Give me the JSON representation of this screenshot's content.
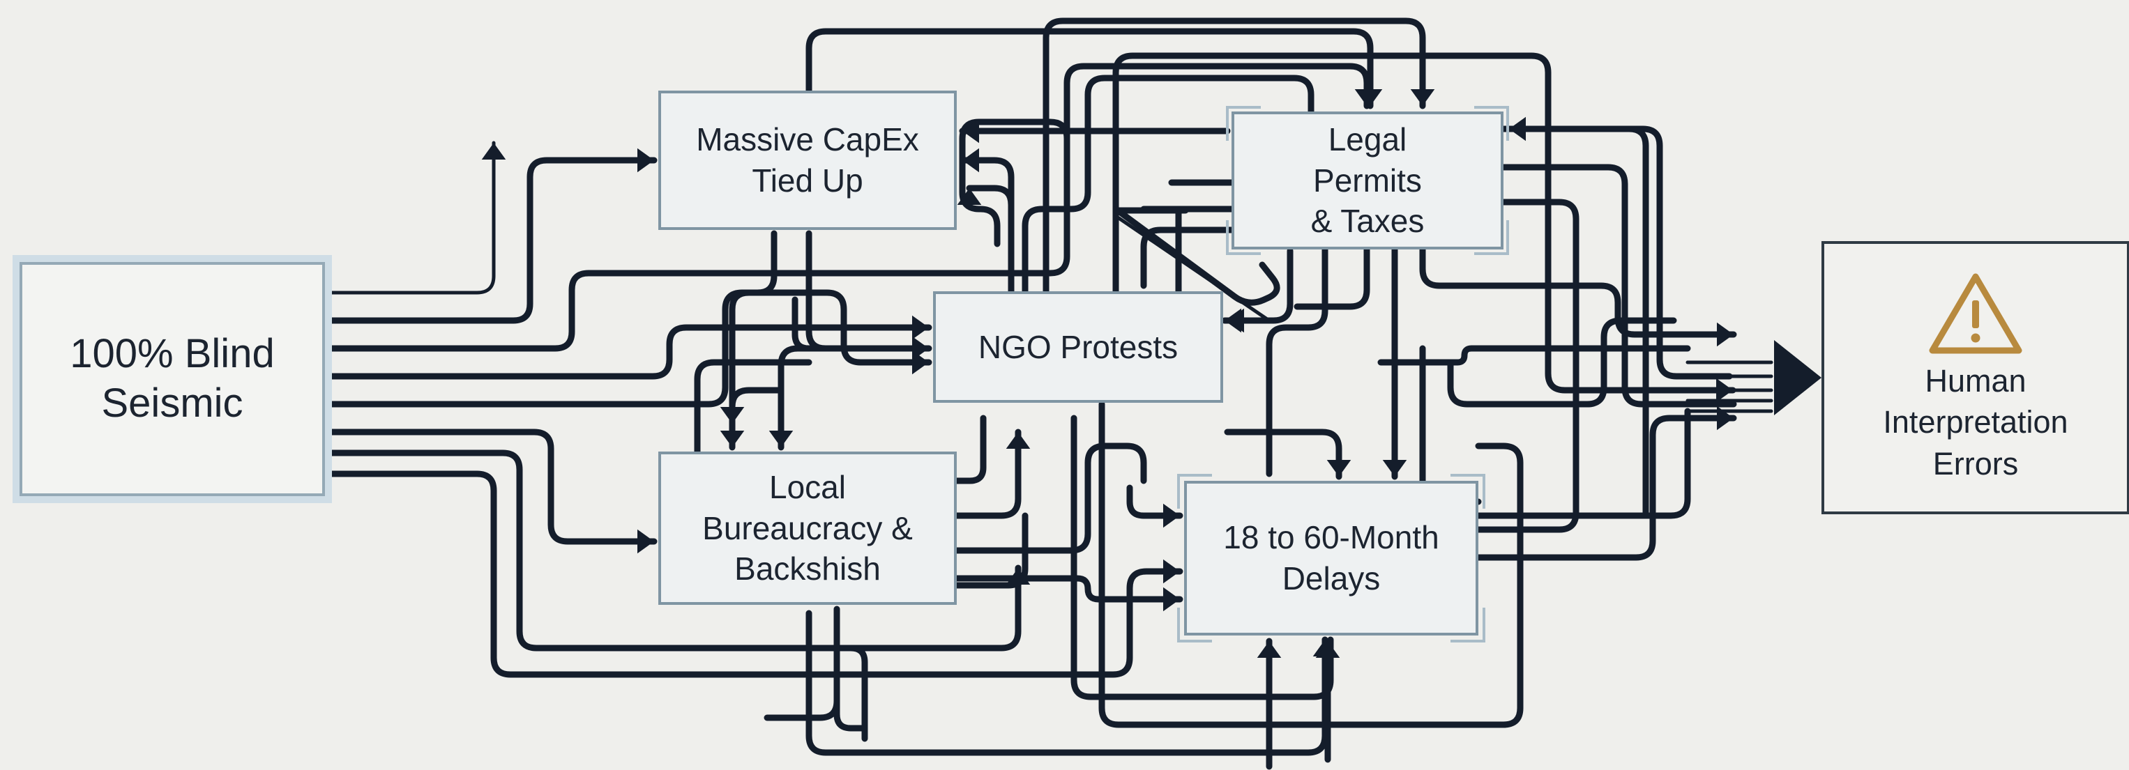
{
  "diagram": {
    "nodes": {
      "seismic": {
        "label": "100% Blind\nSeismic"
      },
      "capex": {
        "label": "Massive CapEx\nTied Up"
      },
      "legal": {
        "label": "Legal\nPermits\n& Taxes"
      },
      "ngo": {
        "label": "NGO Protests"
      },
      "bureaucracy": {
        "label": "Local\nBureaucracy &\nBackshish"
      },
      "delays": {
        "label": "18 to 60-Month\nDelays"
      },
      "errors": {
        "label": "Human\nInterpretation\nErrors",
        "icon": "warning-triangle-icon"
      }
    },
    "colors": {
      "background": "#efefec",
      "wire": "#141d2b",
      "node_border": "#7f95a3",
      "source_glow": "#cfdde6",
      "warning_icon": "#b88a3e"
    }
  }
}
